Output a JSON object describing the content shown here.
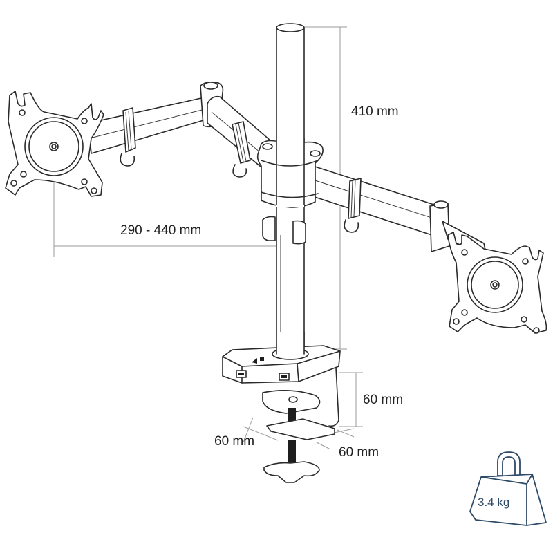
{
  "diagram": {
    "subject": "dual monitor desk mount with pole, two articulating arms and desk clamp",
    "style": "black line drawing on white background",
    "colors": {
      "background": "#ffffff",
      "line": "#2a2a2a",
      "dimension_line": "#9a9a9a",
      "weight_icon": "#2d4a66"
    }
  },
  "dimensions": {
    "pole_height": "410 mm",
    "vesa_range": "290 - 440 mm",
    "clamp_height": "60 mm",
    "clamp_width": "60 mm",
    "clamp_depth": "60 mm"
  },
  "weight_badge": {
    "icon": "weight-icon",
    "label": "3.4 kg"
  },
  "components": [
    {
      "name": "pole",
      "label": ""
    },
    {
      "name": "left-vesa-plate",
      "label": ""
    },
    {
      "name": "right-vesa-plate",
      "label": ""
    },
    {
      "name": "left-arm",
      "label": ""
    },
    {
      "name": "right-arm",
      "label": ""
    },
    {
      "name": "cable-clip",
      "label": ""
    },
    {
      "name": "base-with-usb-ports",
      "label": ""
    },
    {
      "name": "desk-clamp",
      "label": ""
    },
    {
      "name": "clamp-knob",
      "label": ""
    }
  ]
}
